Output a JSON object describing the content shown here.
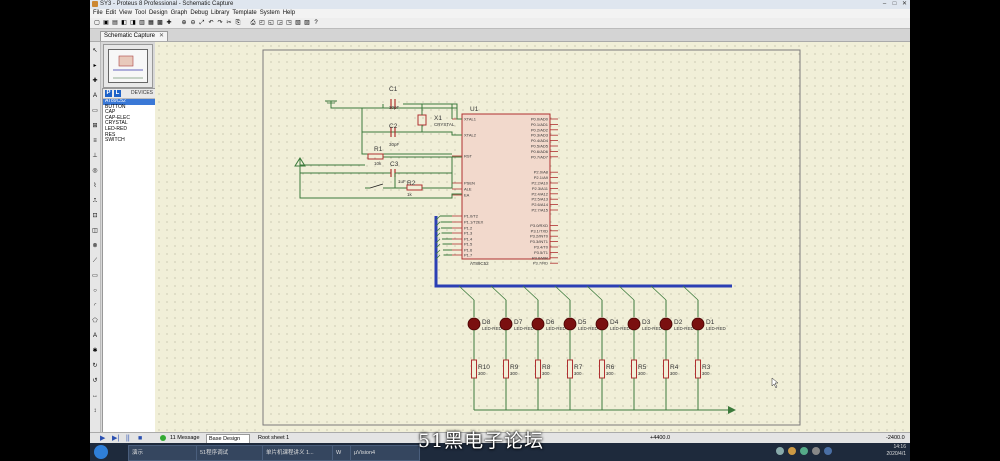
{
  "window": {
    "title": "SY3 - Proteus 8 Professional - Schematic Capture"
  },
  "menu": [
    "File",
    "Edit",
    "View",
    "Tool",
    "Design",
    "Graph",
    "Debug",
    "Library",
    "Template",
    "System",
    "Help"
  ],
  "tab": {
    "label": "Schematic Capture",
    "close": "✕"
  },
  "devices": {
    "p_label": "P",
    "l_label": "L",
    "header": "DEVICES",
    "items": [
      "AT89C52",
      "BUTTON",
      "CAP",
      "CAP-ELEC",
      "CRYSTAL",
      "LED-RED",
      "RES",
      "SWITCH"
    ],
    "selected_index": 0
  },
  "schematic": {
    "mcu": {
      "ref": "U1",
      "part": "AT89C52",
      "left_pins": [
        "XTAL1",
        "XTAL2",
        "RST",
        "PSEN",
        "ALE",
        "EA",
        "P1.0/T2",
        "P1.1/T2EX",
        "P1.2",
        "P1.3",
        "P1.4",
        "P1.5",
        "P1.6",
        "P1.7"
      ],
      "right_pins_p0": [
        "P0.0/AD0",
        "P0.1/AD1",
        "P0.2/AD2",
        "P0.3/AD3",
        "P0.4/AD4",
        "P0.5/AD5",
        "P0.6/AD6",
        "P0.7/AD7"
      ],
      "right_pins_p2": [
        "P2.0/A8",
        "P2.1/A9",
        "P2.2/A10",
        "P2.3/A11",
        "P2.4/A12",
        "P2.5/A13",
        "P2.6/A14",
        "P2.7/A15"
      ],
      "right_pins_p3": [
        "P3.0/RXD",
        "P3.1/TXD",
        "P3.2/INT0",
        "P3.3/INT1",
        "P3.4/T0",
        "P3.5/T1",
        "P3.6/WR",
        "P3.7/RD"
      ]
    },
    "c1": {
      "ref": "C1",
      "value": "30pF"
    },
    "c2": {
      "ref": "C2",
      "value": "30pF"
    },
    "c3": {
      "ref": "C3",
      "value": "1uF"
    },
    "x1": {
      "ref": "X1",
      "value": "CRYSTAL"
    },
    "r1": {
      "ref": "R1",
      "value": "10k"
    },
    "r2": {
      "ref": "R2",
      "value": "1k"
    },
    "leds": [
      {
        "ref": "D8",
        "value": "LED-RED"
      },
      {
        "ref": "D7",
        "value": "LED-RED"
      },
      {
        "ref": "D6",
        "value": "LED-RED"
      },
      {
        "ref": "D5",
        "value": "LED-RED"
      },
      {
        "ref": "D4",
        "value": "LED-RED"
      },
      {
        "ref": "D3",
        "value": "LED-RED"
      },
      {
        "ref": "D2",
        "value": "LED-RED"
      },
      {
        "ref": "D1",
        "value": "LED-RED"
      }
    ],
    "resistors": [
      {
        "ref": "R10",
        "value": "300"
      },
      {
        "ref": "R9",
        "value": "300"
      },
      {
        "ref": "R8",
        "value": "300"
      },
      {
        "ref": "R7",
        "value": "300"
      },
      {
        "ref": "R6",
        "value": "300"
      },
      {
        "ref": "R5",
        "value": "300"
      },
      {
        "ref": "R4",
        "value": "300"
      },
      {
        "ref": "R3",
        "value": "300"
      }
    ]
  },
  "status": {
    "messages": "11 Message",
    "layer": "Base Design",
    "sheet": "Root sheet 1",
    "coord_x": "+4400.0",
    "coord_y": "-2400.0"
  },
  "taskbar": {
    "items": [
      "演示",
      "51程序调试",
      "单片机课程讲义 1...",
      "W",
      "μVision4"
    ],
    "time": "14:16",
    "date": "2020/4/1"
  },
  "watermark": "51黑电子论坛",
  "colors": {
    "wire": "#3c7a3c",
    "bus": "#2b3fb4",
    "part": "#b03030",
    "mcu_fill": "#f2d9cc",
    "led": "#7a1010",
    "canvas": "#f1efd8"
  }
}
